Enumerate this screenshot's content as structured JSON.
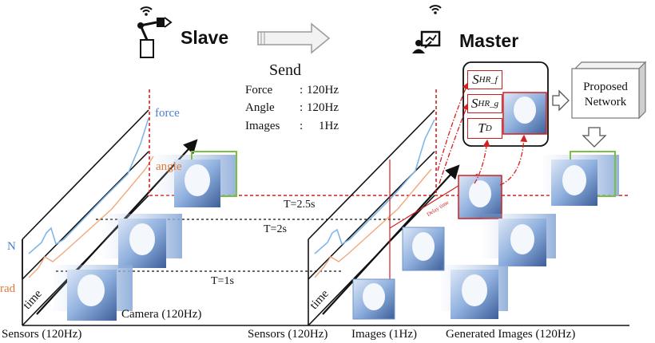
{
  "header": {
    "slave_label": "Slave",
    "master_label": "Master",
    "send_label": "Send"
  },
  "send_rates": [
    {
      "name": "Force",
      "sep": ":",
      "rate": "120Hz"
    },
    {
      "name": "Angle",
      "sep": ":",
      "rate": "120Hz"
    },
    {
      "name": "Images",
      "sep": ":",
      "rate": "1Hz"
    }
  ],
  "signal_labels": {
    "force": "force",
    "angle": "angle",
    "n": "N",
    "rad": "rad",
    "time_left": "time",
    "time_right": "time"
  },
  "time_markers": {
    "t_25": "T=2.5s",
    "t_2": "T=2s",
    "t_1": "T=1s"
  },
  "state_box": {
    "s_hr_f_base": "S",
    "s_hr_f_sup": "HR_f",
    "s_hr_g_base": "S",
    "s_hr_g_sup": "HR_g",
    "t_d_base": "T",
    "t_d_sup": "D"
  },
  "network_label": [
    "Proposed",
    "Network"
  ],
  "delay_label": "Delay time",
  "bottom_labels": {
    "camera": "Camera (120Hz)",
    "sensors_left": "Sensors (120Hz)",
    "sensors_right": "Sensors (120Hz)",
    "images": "Images (1Hz)",
    "generated": "Generated Images (120Hz)"
  },
  "colors": {
    "force_line": "#4a7fd0",
    "angle_line": "#e07a3a",
    "delay_red": "#d42020",
    "frame_green": "#7ac043",
    "image_blue": "#6f93c9"
  },
  "icons": {
    "slave": "robot-arm-icon",
    "master": "operator-screen-icon",
    "wifi": "wifi-icon"
  }
}
